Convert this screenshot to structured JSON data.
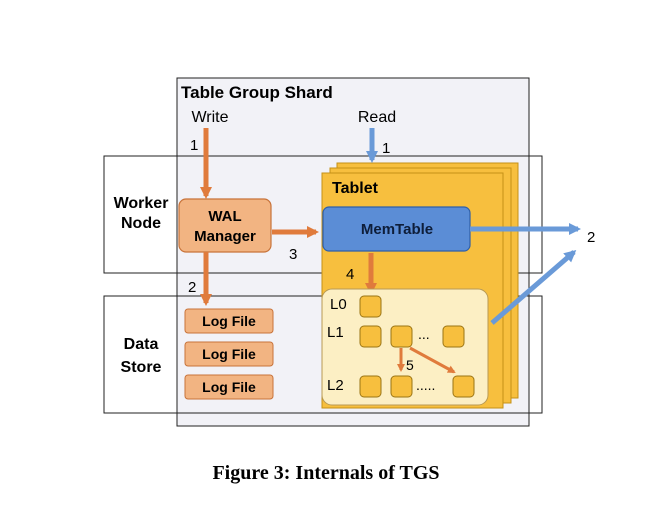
{
  "shard": {
    "title": "Table Group Shard"
  },
  "write": {
    "label": "Write",
    "step": "1"
  },
  "read": {
    "label": "Read",
    "step": "1"
  },
  "worker_node": {
    "line1": "Worker",
    "line2": "Node"
  },
  "data_store": {
    "line1": "Data",
    "line2": "Store"
  },
  "wal_manager": {
    "line1": "WAL",
    "line2": "Manager"
  },
  "tablet": {
    "title": "Tablet"
  },
  "memtable": {
    "label": "MemTable"
  },
  "steps": {
    "wal_to_log": "2",
    "wal_to_memtable": "3",
    "memtable_flush": "4",
    "compaction": "5",
    "output": "2"
  },
  "log_files": [
    "Log File",
    "Log File",
    "Log File"
  ],
  "levels": {
    "l0": "L0",
    "l1": "L1",
    "l2": "L2",
    "ellipsis_l1": "...",
    "ellipsis_l2": "....."
  },
  "caption": "Figure 3: Internals of TGS",
  "colors": {
    "orange_box": "#f2b482",
    "orange_arrow": "#e07b3c",
    "blue_box": "#5b8dd6",
    "tablet_fill": "#f7bf3e",
    "lsm_fill": "#fcefc4",
    "sst_fill": "#f7bf3e",
    "shard_fill": "#f2f2f7"
  }
}
